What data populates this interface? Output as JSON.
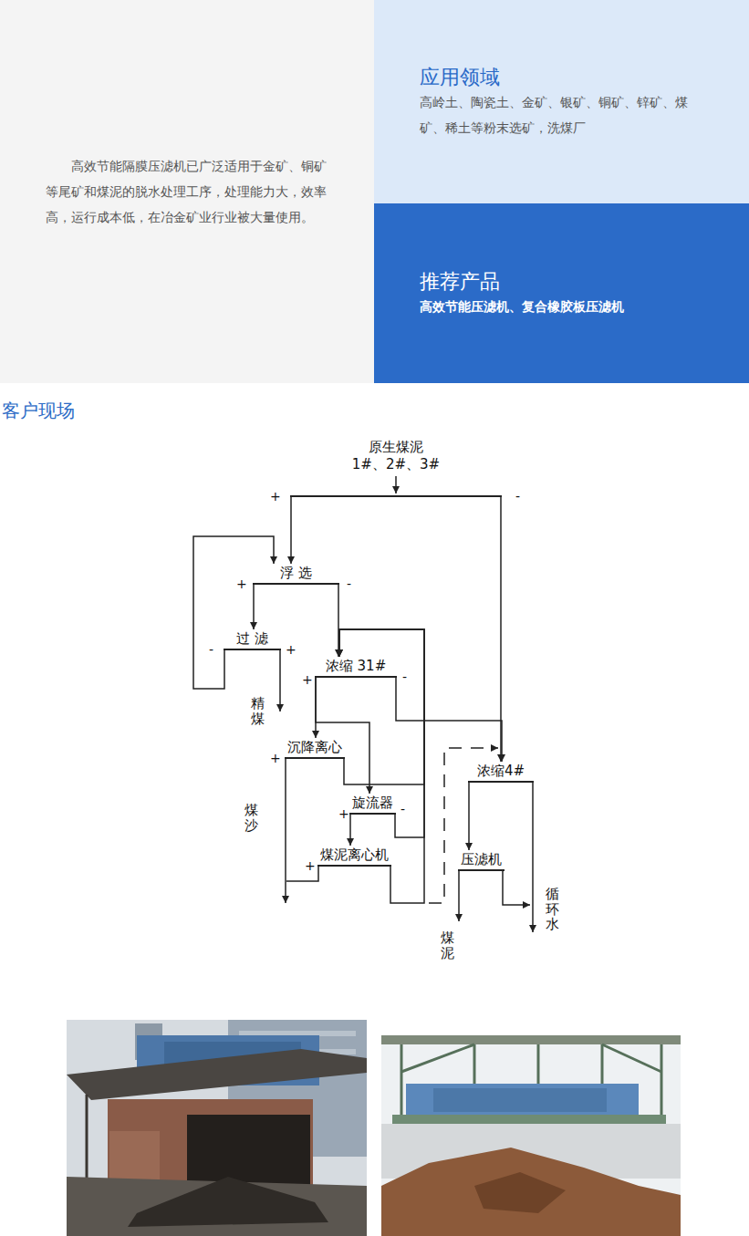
{
  "diagram": {
    "title": "客户现场",
    "nodes": [
      {
        "text": [
          "高效节能隔膜压滤机已广泛适用于金矿、铜矿等尾矿和煤泥的脱水处理工序，处理能力大，效率高，运行成本低，在冶金矿业行业被大量使用。"
        ]
      },
      {
        "text": [
          "应用领域",
          "高岭土、陶瓷土、金矿、银矿、铜矿、锌矿、煤矿、稀土等粉末选矿，洗煤厂"
        ]
      },
      {
        "text": [
          "推荐产品",
          "高效节能压滤机、复合橡胶板压滤机"
        ]
      },
      {
        "text": [
          "原生煤泥",
          "1#、2#、3#"
        ]
      },
      {
        "text": [
          "浮 选"
        ]
      },
      {
        "text": [
          "过 滤"
        ]
      },
      {
        "text": [
          "浓缩 31#"
        ]
      },
      {
        "text": [
          "沉降离心"
        ]
      },
      {
        "text": [
          "旋流器"
        ]
      },
      {
        "text": [
          "煤泥离心机"
        ]
      },
      {
        "text": [
          "浓缩4#"
        ]
      },
      {
        "text": [
          "压滤机"
        ]
      }
    ],
    "edges": [
      {
        "from": 3,
        "to": 4,
        "arrow": "to"
      },
      {
        "from": 3,
        "to": 10,
        "arrow": "to"
      },
      {
        "from": 4,
        "to": 5,
        "arrow": "to"
      },
      {
        "from": 4,
        "to": 6,
        "arrow": "to"
      },
      {
        "from": 5,
        "to": 4,
        "arrow": "to"
      },
      {
        "from": 6,
        "to": 7,
        "arrow": "to"
      },
      {
        "from": 6,
        "to": 10,
        "arrow": "to"
      },
      {
        "from": 6,
        "to": 8,
        "arrow": "to"
      },
      {
        "from": 7,
        "to": 6,
        "arrow": "to"
      },
      {
        "from": 8,
        "to": 9,
        "arrow": "to"
      },
      {
        "from": 8,
        "to": 6,
        "arrow": "to"
      },
      {
        "from": 9,
        "to": 6,
        "arrow": "to"
      },
      {
        "from": 10,
        "to": 11,
        "arrow": "to"
      }
    ],
    "labels": [
      "+",
      "-",
      "+",
      "-",
      "-",
      "+",
      "+",
      "-",
      "+",
      "+",
      "-",
      "+",
      "精煤",
      "煤沙",
      "煤泥",
      "循环水"
    ]
  }
}
